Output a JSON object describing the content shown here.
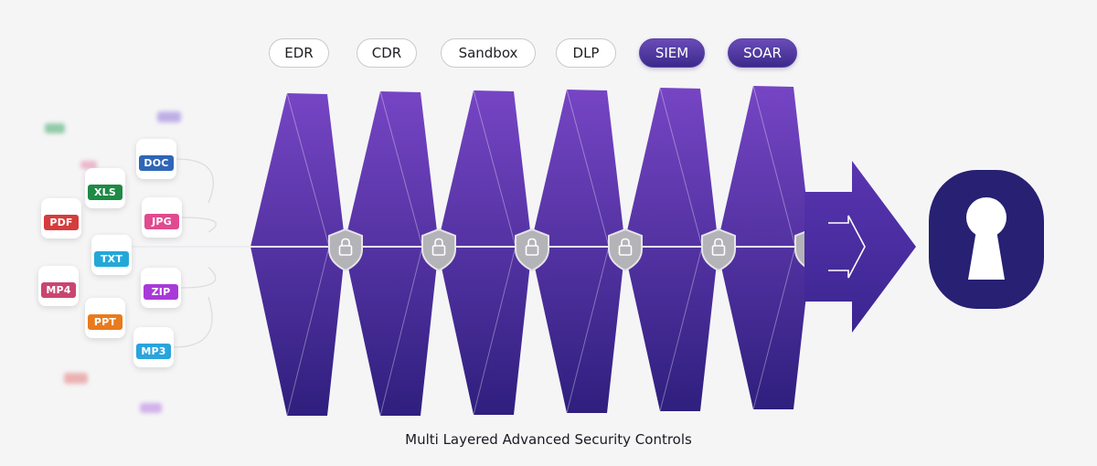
{
  "controls": [
    "EDR",
    "CDR",
    "Sandbox",
    "DLP",
    "SIEM",
    "SOAR"
  ],
  "files": [
    {
      "label": "DOC",
      "color": "#2f66b7"
    },
    {
      "label": "XLS",
      "color": "#1e8a45"
    },
    {
      "label": "PDF",
      "color": "#d53c3c"
    },
    {
      "label": "JPG",
      "color": "#e04a90"
    },
    {
      "label": "TXT",
      "color": "#22a8d8"
    },
    {
      "label": "MP4",
      "color": "#c9456f"
    },
    {
      "label": "ZIP",
      "color": "#a83ad8"
    },
    {
      "label": "PPT",
      "color": "#e97a1d"
    },
    {
      "label": "MP3",
      "color": "#2aa4dc"
    }
  ],
  "caption": "Multi Layered Advanced Security Controls",
  "colors": {
    "purple_top": "#7645c4",
    "purple_bottom": "#2f1f7e",
    "lock": "#272073",
    "shield": "#b4b4b8"
  }
}
